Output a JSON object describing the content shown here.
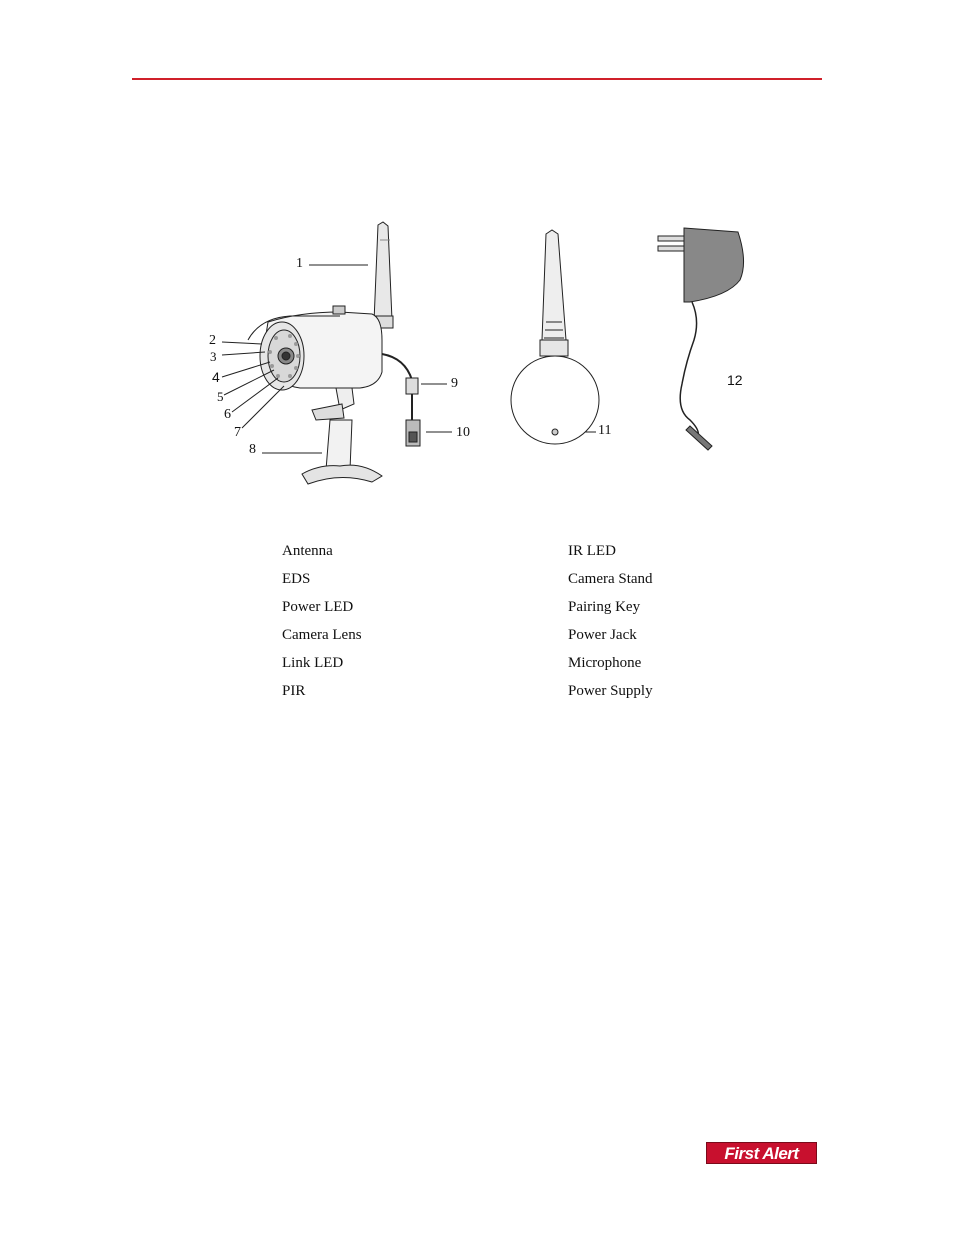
{
  "callouts": [
    "1",
    "2",
    "3",
    "4",
    "5",
    "6",
    "7",
    "8",
    "9",
    "10",
    "11",
    "12"
  ],
  "parts_left": [
    "Antenna",
    "EDS",
    "Power LED",
    "Camera Lens",
    "Link LED",
    "PIR"
  ],
  "parts_right": [
    "IR LED",
    "Camera Stand",
    "Pairing Key",
    "Power Jack",
    "Microphone",
    "Power Supply"
  ],
  "logo": {
    "text": "First Alert",
    "color": "#c8102e"
  },
  "accent_color": "#d0202a"
}
